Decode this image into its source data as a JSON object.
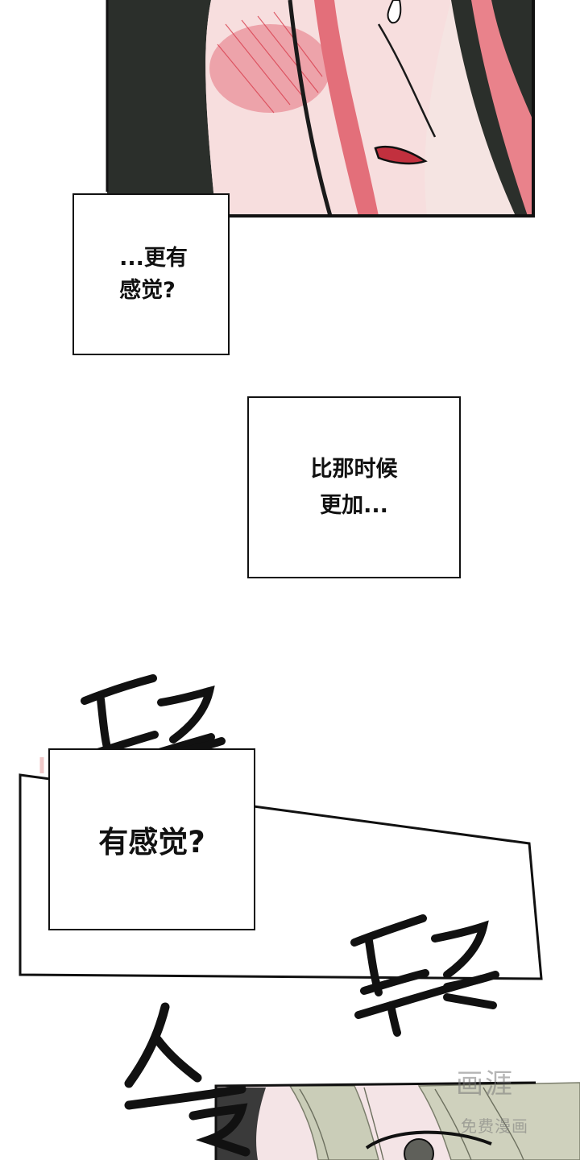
{
  "captions": {
    "first": "...更有\n感觉?",
    "second": "比那时候\n更加...",
    "third": "有感觉?"
  },
  "sound_effects": {
    "first": "두근",
    "second": "두근",
    "third": "스르"
  },
  "watermark": {
    "title": "画涯",
    "subtitle": "免费漫画"
  },
  "colors": {
    "ink": "#111111",
    "skin": "#f4dede",
    "blush": "#e88a92",
    "hair": "#2b2f2b",
    "hair_light": "#c9cbb8"
  }
}
